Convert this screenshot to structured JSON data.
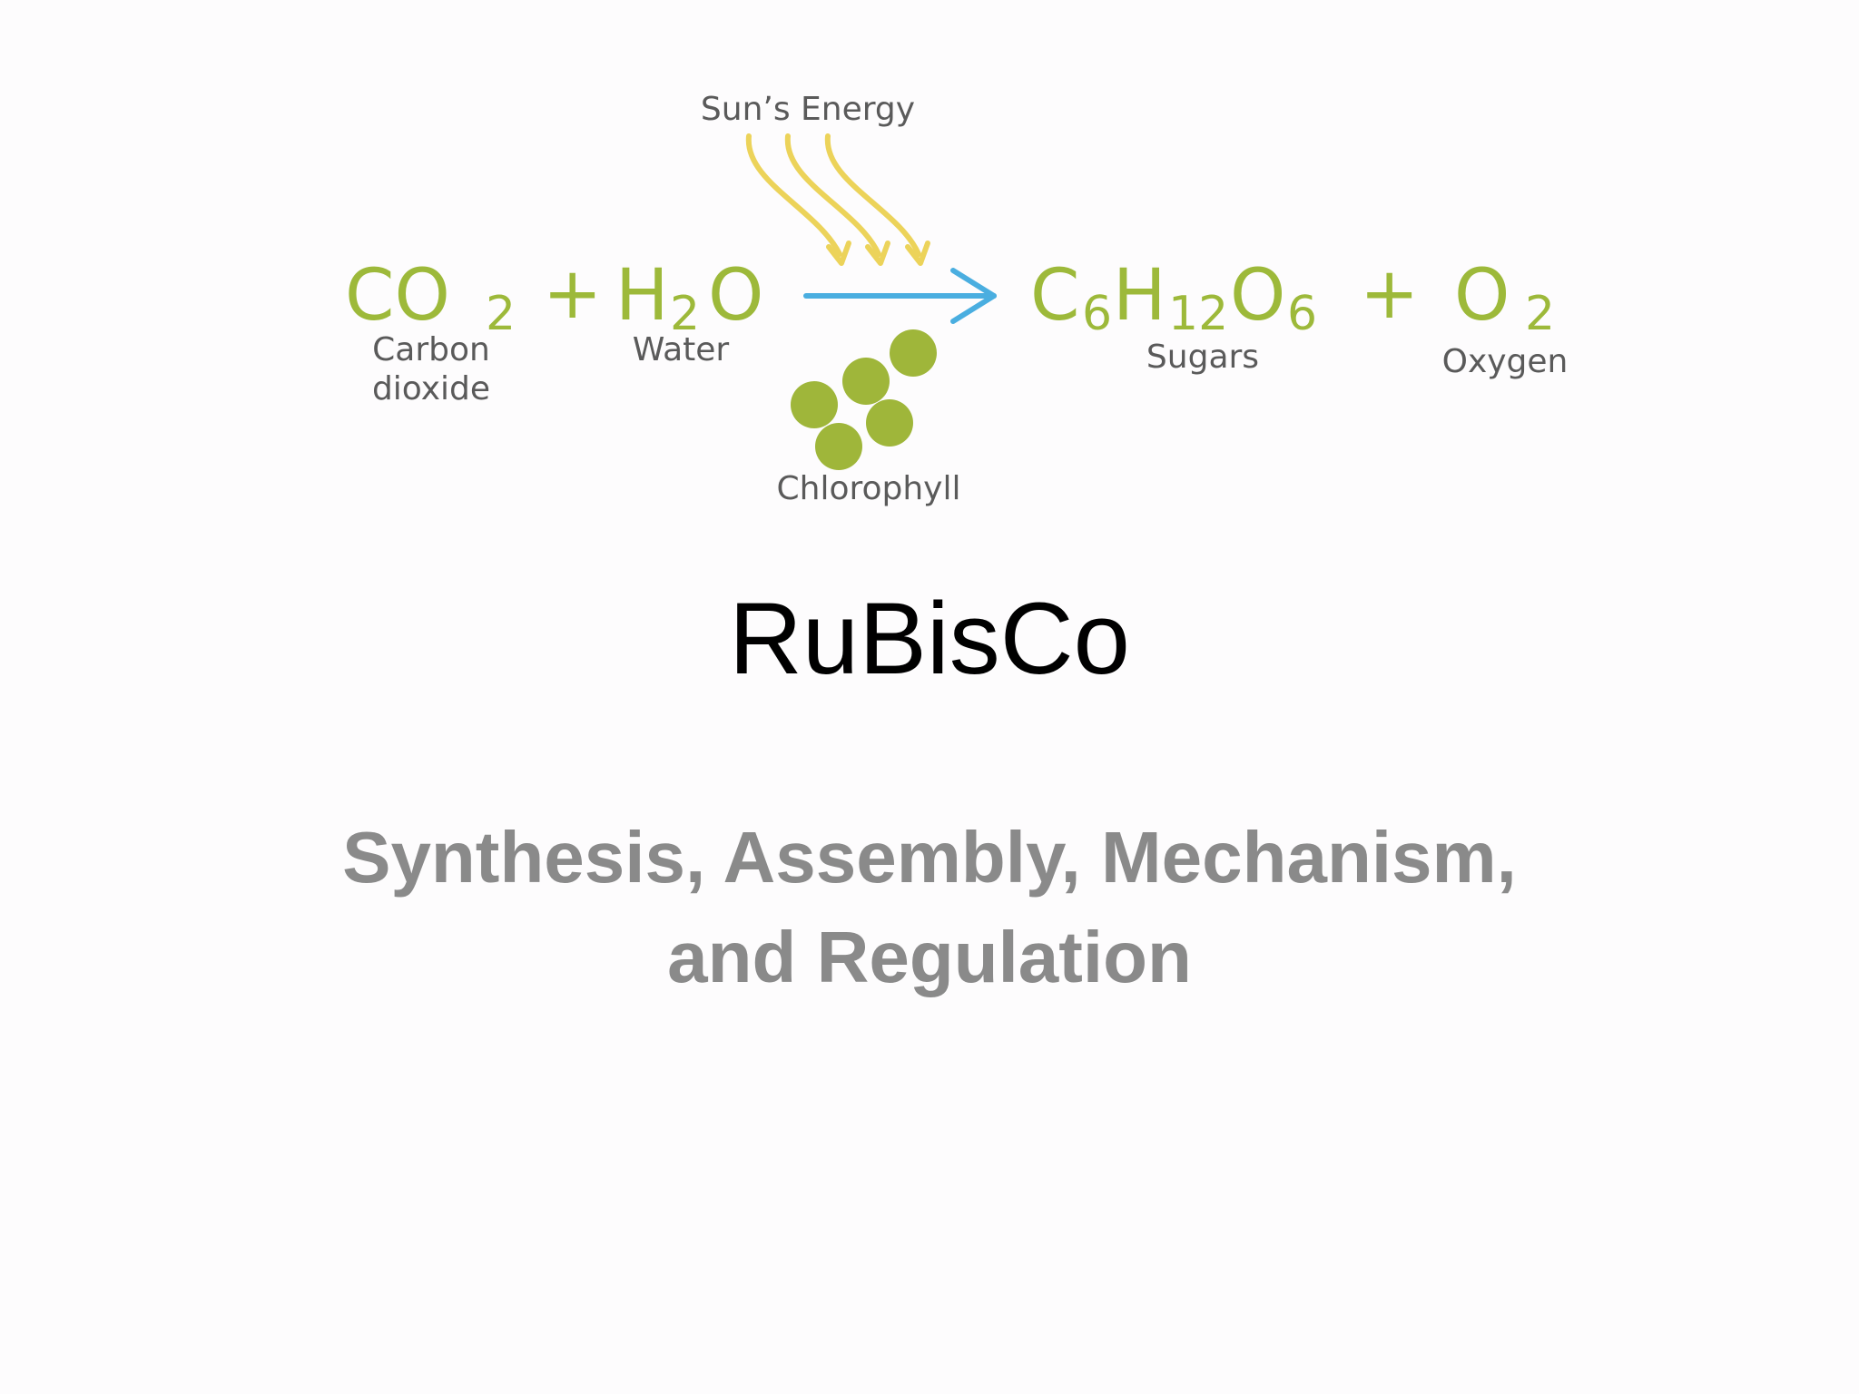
{
  "colors": {
    "formula": "#9db93a",
    "caption": "#5a5a5a",
    "arrow": "#4aaee0",
    "sun_rays": "#ecd35a",
    "chlorophyll": "#9fb63a",
    "title": "#000000",
    "subtitle": "#8a8a8a"
  },
  "diagram": {
    "energy_label": "Sun’s Energy",
    "reactants": {
      "co2": {
        "base": "CO",
        "subscript": "2",
        "caption_line1": "Carbon",
        "caption_line2": "dioxide"
      },
      "plus": "+",
      "h2o": {
        "base1": "H",
        "subscript": "2",
        "base2": "O",
        "caption": "Water"
      }
    },
    "products": {
      "sugar": {
        "c": "C",
        "c_sub": "6",
        "h": "H",
        "h_sub": "12",
        "o": "O",
        "o_sub": "6",
        "caption": "Sugars"
      },
      "plus": "+",
      "oxygen": {
        "base": "O",
        "subscript": "2",
        "caption": "Oxygen"
      }
    },
    "catalyst_label": "Chlorophyll",
    "reaction_arrow_icon": "right-arrow-icon",
    "sun_rays_icon": "sun-rays-icon",
    "chlorophyll_icon": "chlorophyll-dots-icon"
  },
  "title": "RuBisCo",
  "subtitle": {
    "line1": "Synthesis, Assembly, Mechanism,",
    "line2": "and Regulation"
  }
}
